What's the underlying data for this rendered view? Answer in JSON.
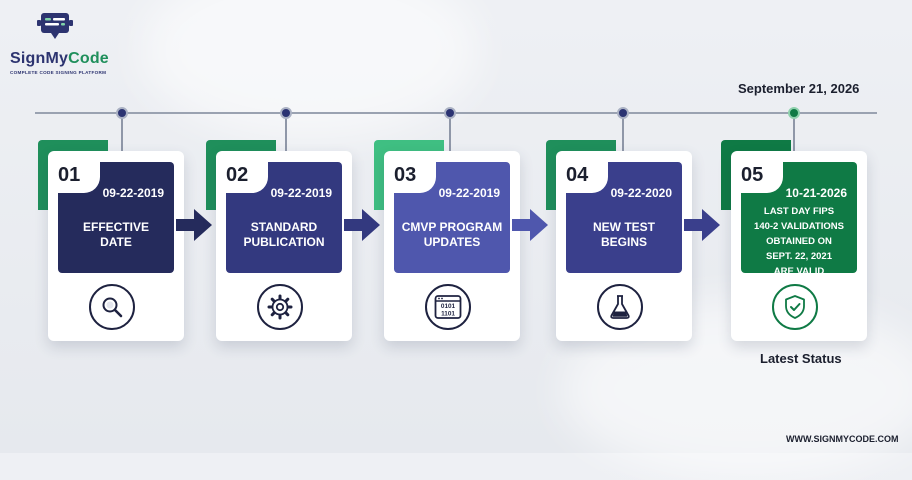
{
  "brand": {
    "name_part1": "SignMy",
    "name_part2": "Code",
    "tagline": "COMPLETE CODE SIGNING PLATFORM",
    "website": "WWW.SIGNMYCODE.COM"
  },
  "timeline": {
    "end_date": "September 21, 2026",
    "latest_label": "Latest Status"
  },
  "colors": {
    "navy": "#252b5c",
    "indigo": "#33397f",
    "periwinkle": "#4f57ad",
    "violet": "#3a3f8c",
    "green": "#0f7a45",
    "bracket_green": "#1f8f5b"
  },
  "steps": [
    {
      "number": "01",
      "date": "09-22-2019",
      "title_lines": [
        "EFFECTIVE",
        "DATE"
      ],
      "icon": "magnifier-icon"
    },
    {
      "number": "02",
      "date": "09-22-2019",
      "title_lines": [
        "STANDARD",
        "PUBLICATION"
      ],
      "icon": "gear-icon"
    },
    {
      "number": "03",
      "date": "09-22-2019",
      "title_lines": [
        "CMVP PROGRAM",
        "UPDATES"
      ],
      "icon": "binary-code-icon",
      "icon_text": [
        "0101",
        "1101"
      ]
    },
    {
      "number": "04",
      "date": "09-22-2020",
      "title_lines": [
        "NEW TEST",
        "BEGINS"
      ],
      "icon": "flask-icon"
    },
    {
      "number": "05",
      "date": "10-21-2026",
      "title_lines": [
        "LAST DAY FIPS",
        "140-2 VALIDATIONS",
        "OBTAINED ON",
        "SEPT. 22, 2021",
        "ARE VALID"
      ],
      "icon": "shield-check-icon"
    }
  ]
}
